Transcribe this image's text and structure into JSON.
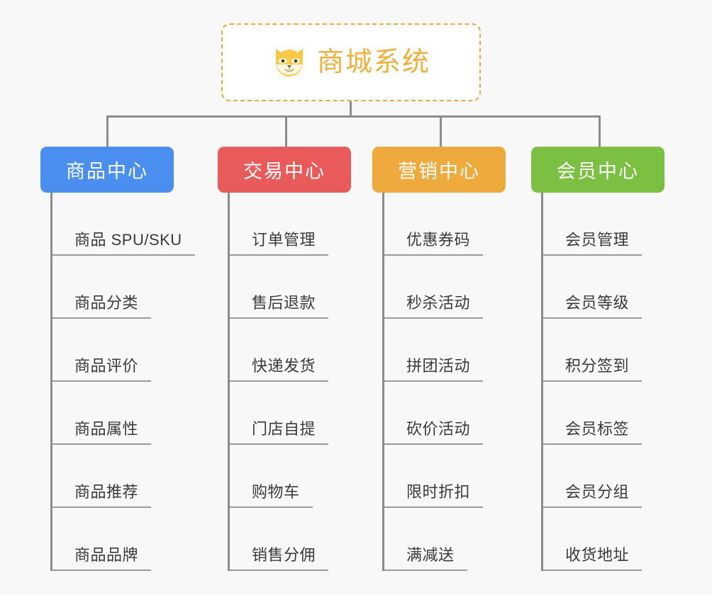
{
  "page": {
    "background_color": "#f8f8f8",
    "line_color": "#8c8c8c"
  },
  "root": {
    "title": "商城系统",
    "icon": "shiba-dog-face-emoji",
    "text_color": "#f0b03c",
    "border_color": "#eaa93f",
    "background_color": "#ffffff"
  },
  "columns": [
    {
      "label": "商品中心",
      "color": "#4a8ef0",
      "items": [
        {
          "label": "商品 SPU/SKU"
        },
        {
          "label": "商品分类"
        },
        {
          "label": "商品评价"
        },
        {
          "label": "商品属性"
        },
        {
          "label": "商品推荐"
        },
        {
          "label": "商品品牌"
        }
      ]
    },
    {
      "label": "交易中心",
      "color": "#e95b5b",
      "items": [
        {
          "label": "订单管理"
        },
        {
          "label": "售后退款"
        },
        {
          "label": "快递发货"
        },
        {
          "label": "门店自提"
        },
        {
          "label": "购物车"
        },
        {
          "label": "销售分佣"
        }
      ]
    },
    {
      "label": "营销中心",
      "color": "#eeaa3c",
      "items": [
        {
          "label": "优惠券码"
        },
        {
          "label": "秒杀活动"
        },
        {
          "label": "拼团活动"
        },
        {
          "label": "砍价活动"
        },
        {
          "label": "限时折扣"
        },
        {
          "label": "满减送"
        }
      ]
    },
    {
      "label": "会员中心",
      "color": "#7bc043",
      "items": [
        {
          "label": "会员管理"
        },
        {
          "label": "会员等级"
        },
        {
          "label": "积分签到"
        },
        {
          "label": "会员标签"
        },
        {
          "label": "会员分组"
        },
        {
          "label": "收货地址"
        }
      ]
    }
  ]
}
